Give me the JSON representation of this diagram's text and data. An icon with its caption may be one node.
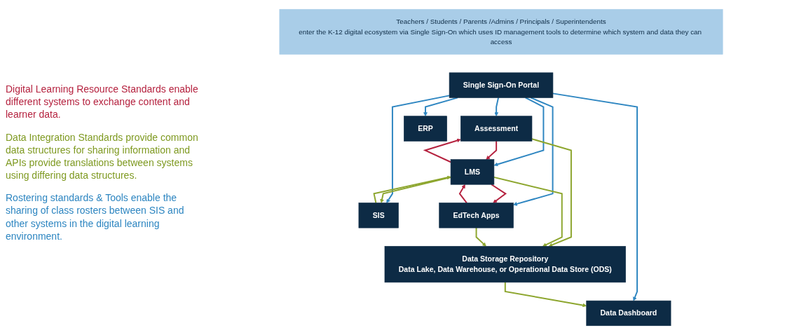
{
  "diagram": {
    "nodes": [
      {
        "text": [
          "Teachers / Students / Parents /Admins / Principals / Superintendents",
          "enter the K-12 digital ecosystem via Single Sign-On which uses ID management tools to determine which system and data they can access"
        ]
      },
      {
        "text": [
          "Single Sign-On Portal"
        ]
      },
      {
        "text": [
          "SIS"
        ]
      },
      {
        "text": [
          "Assessment"
        ]
      },
      {
        "text": [
          "LMS"
        ]
      },
      {
        "text": [
          "EdTech Apps"
        ]
      },
      {
        "text": [
          "Data Dashboard"
        ]
      },
      {
        "text": [
          "ERP"
        ]
      },
      {
        "text": [
          "Data Storage Repository",
          "Data Lake, Data Warehouse, or Operational Data Store (ODS)"
        ]
      }
    ],
    "edges": [
      {
        "from": 1,
        "to": 3,
        "arrow": "to"
      },
      {
        "from": 1,
        "to": 4,
        "arrow": "to"
      },
      {
        "from": 1,
        "to": 2,
        "arrow": "to"
      },
      {
        "from": 1,
        "to": 5,
        "arrow": "to"
      },
      {
        "from": 1,
        "to": 6,
        "arrow": "to"
      },
      {
        "from": 1,
        "to": 7,
        "arrow": "to"
      },
      {
        "from": 2,
        "to": 4,
        "arrow": "to",
        "color": "#8da62e"
      },
      {
        "from": 4,
        "to": 2,
        "arrow": "to",
        "color": "#8da62e"
      },
      {
        "from": 4,
        "to": 3,
        "arrow": "to",
        "color": "#b5223f"
      },
      {
        "from": 3,
        "to": 4,
        "arrow": "to",
        "color": "#b5223f"
      },
      {
        "from": 5,
        "to": 4,
        "arrow": "to",
        "color": "#b5223f"
      },
      {
        "from": 4,
        "to": 5,
        "arrow": "to",
        "color": "#b5223f"
      },
      {
        "from": 3,
        "to": 8,
        "arrow": "to",
        "color": "#8da62e"
      },
      {
        "from": 4,
        "to": 8,
        "arrow": "to",
        "color": "#8da62e"
      },
      {
        "from": 5,
        "to": 8,
        "arrow": "to",
        "color": "#8da62e"
      },
      {
        "from": 8,
        "to": 6,
        "arrow": "to",
        "color": "#8da62e"
      }
    ],
    "labels": [
      "Digital Learning Resource Standards enable different systems to exchange content and learner data.",
      "Data Integration Standards provide common data structures for sharing information and APIs provide translations between systems using differing data structures.",
      "Rostering standards & Tools enable the sharing of class rosters between SIS and other systems in the digital learning environment."
    ]
  }
}
